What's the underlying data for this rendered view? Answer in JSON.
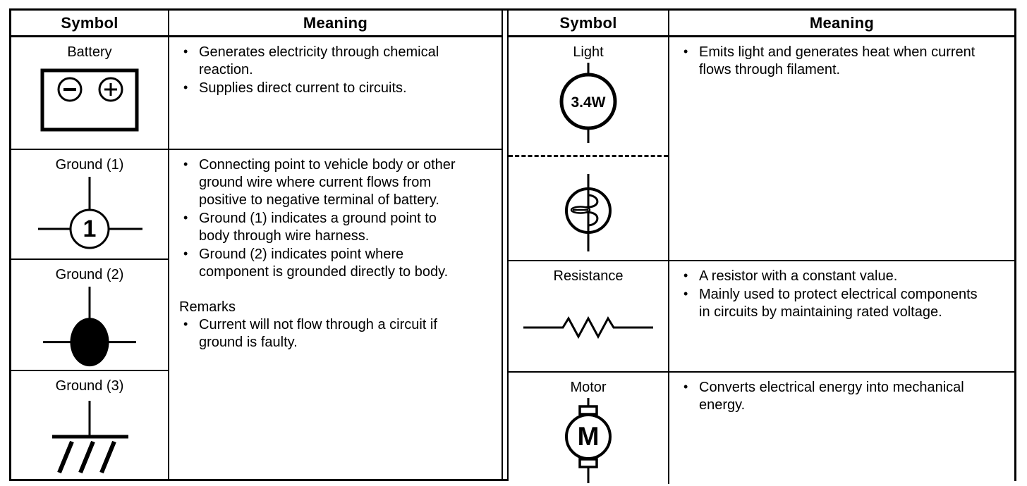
{
  "ui": {
    "bullet": "•"
  },
  "left_table": {
    "header": {
      "symbol": "Symbol",
      "meaning": "Meaning"
    },
    "rows": {
      "battery": {
        "label": "Battery",
        "meaning_bullets": [
          "Generates electricity through chemical reaction.",
          "Supplies direct current to circuits."
        ]
      },
      "ground1": {
        "label": "Ground (1)",
        "symbol_number": "1"
      },
      "ground2": {
        "label": "Ground (2)"
      },
      "ground3": {
        "label": "Ground (3)"
      },
      "ground_meaning": {
        "bullets": [
          "Connecting point to vehicle body or other ground wire where current flows from positive to negative terminal of battery.",
          "Ground (1) indicates a ground point to body through wire harness.",
          "Ground (2) indicates point where component is grounded directly to body."
        ],
        "remarks_title": "Remarks",
        "remarks_bullets": [
          "Current will not flow through a circuit if ground is faulty."
        ]
      }
    }
  },
  "right_table": {
    "header": {
      "symbol": "Symbol",
      "meaning": "Meaning"
    },
    "rows": {
      "light": {
        "label": "Light",
        "wattage": "3.4W",
        "meaning_bullets": [
          "Emits light and generates heat when current flows through filament."
        ]
      },
      "resistance": {
        "label": "Resistance",
        "meaning_bullets": [
          "A resistor with a constant value.",
          "Mainly used to protect electrical components in circuits by maintaining rated voltage."
        ]
      },
      "motor": {
        "label": "Motor",
        "symbol_letter": "M",
        "meaning_bullets": [
          "Converts electrical energy into mechanical energy."
        ]
      }
    }
  }
}
